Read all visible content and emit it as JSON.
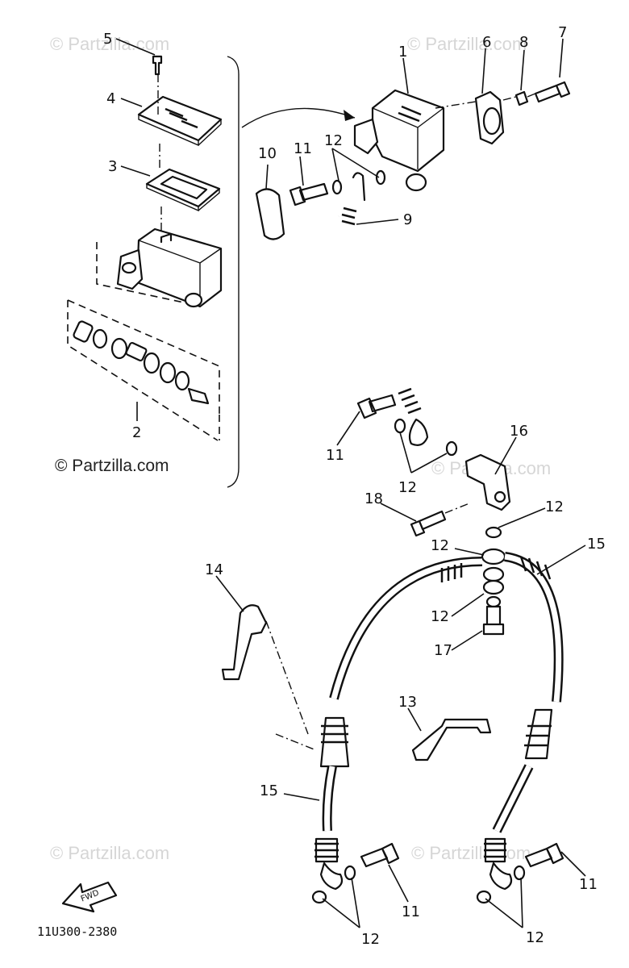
{
  "watermark": "© Partzilla.com",
  "diagram_code": "11U300-2380",
  "fwd_label": "FWD",
  "parts": {
    "p1": "1",
    "p2": "2",
    "p3": "3",
    "p4": "4",
    "p5": "5",
    "p6": "6",
    "p7": "7",
    "p8": "8",
    "p9": "9",
    "p10": "10",
    "p11": "11",
    "p12": "12",
    "p13": "13",
    "p14": "14",
    "p15": "15",
    "p16": "16",
    "p17": "17",
    "p18": "18"
  }
}
